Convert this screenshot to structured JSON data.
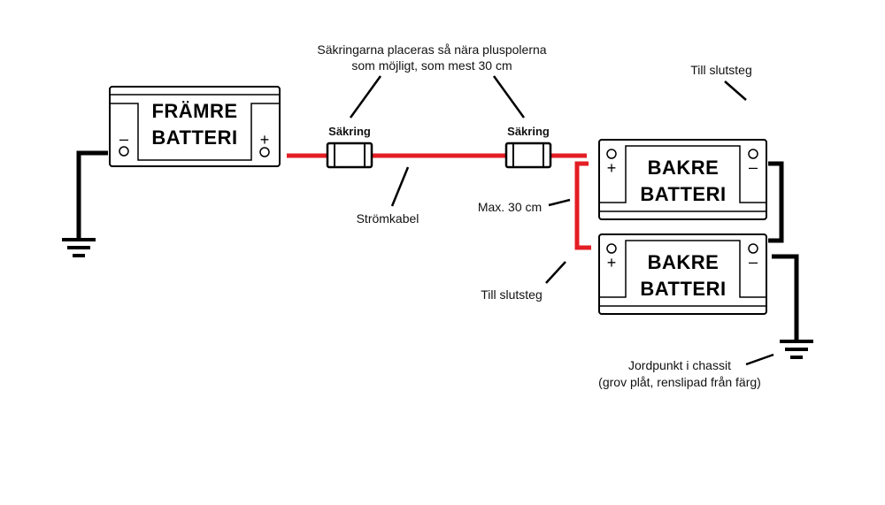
{
  "annotations": {
    "fuse_note_line1": "Säkringarna placeras så nära pluspolerna",
    "fuse_note_line2": "som möjligt, som mest 30 cm",
    "power_cable": "Strömkabel",
    "max_length": "Max. 30 cm",
    "to_amp_top": "Till slutsteg",
    "to_amp_left": "Till slutsteg",
    "ground_line1": "Jordpunkt i chassit",
    "ground_line2": "(grov plåt, renslipad från färg)"
  },
  "fuses": [
    {
      "label": "Säkring"
    },
    {
      "label": "Säkring"
    }
  ],
  "batteries": {
    "front": {
      "line1": "FRÄMRE",
      "line2": "BATTERI",
      "neg": "–",
      "pos": "+"
    },
    "rear_top": {
      "line1": "BAKRE",
      "line2": "BATTERI",
      "pos": "+",
      "neg": "–"
    },
    "rear_bottom": {
      "line1": "BAKRE",
      "line2": "BATTERI",
      "pos": "+",
      "neg": "–"
    }
  },
  "colors": {
    "positive_cable": "#e31e24",
    "ground_cable": "#000000"
  }
}
